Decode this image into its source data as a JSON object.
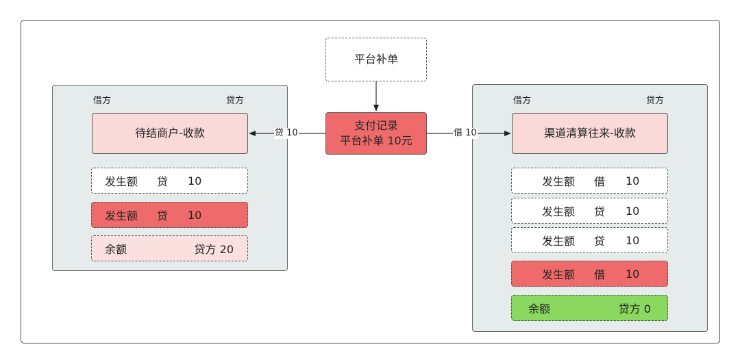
{
  "top_box": {
    "label": "平台补单"
  },
  "center_box": {
    "line1": "支付记录",
    "line2": "平台补单 10元"
  },
  "left_panel": {
    "debit_label": "借方",
    "credit_label": "贷方",
    "title": "待结商户-收款",
    "rows": [
      {
        "label": "发生额",
        "side": "贷",
        "amount": "10",
        "style": "dashed-white"
      },
      {
        "label": "发生额",
        "side": "贷",
        "amount": "10",
        "style": "dashed-red"
      }
    ],
    "balance": {
      "label": "余额",
      "value": "贷方 20"
    }
  },
  "right_panel": {
    "debit_label": "借方",
    "credit_label": "贷方",
    "title": "渠道清算往来-收款",
    "rows": [
      {
        "label": "发生额",
        "side": "借",
        "amount": "10",
        "style": "dashed-white"
      },
      {
        "label": "发生额",
        "side": "贷",
        "amount": "10",
        "style": "dashed-white"
      },
      {
        "label": "发生额",
        "side": "贷",
        "amount": "10",
        "style": "dashed-white"
      },
      {
        "label": "发生额",
        "side": "借",
        "amount": "10",
        "style": "dashed-red"
      }
    ],
    "balance": {
      "label": "余额",
      "value": "贷方 0"
    }
  },
  "edges": {
    "to_left": "贷 10",
    "to_right": "借 10"
  },
  "colors": {
    "pink": "#fad9d9",
    "red": "#ef6b6b",
    "green": "#8ad85f",
    "panel": "#e6ebec"
  }
}
